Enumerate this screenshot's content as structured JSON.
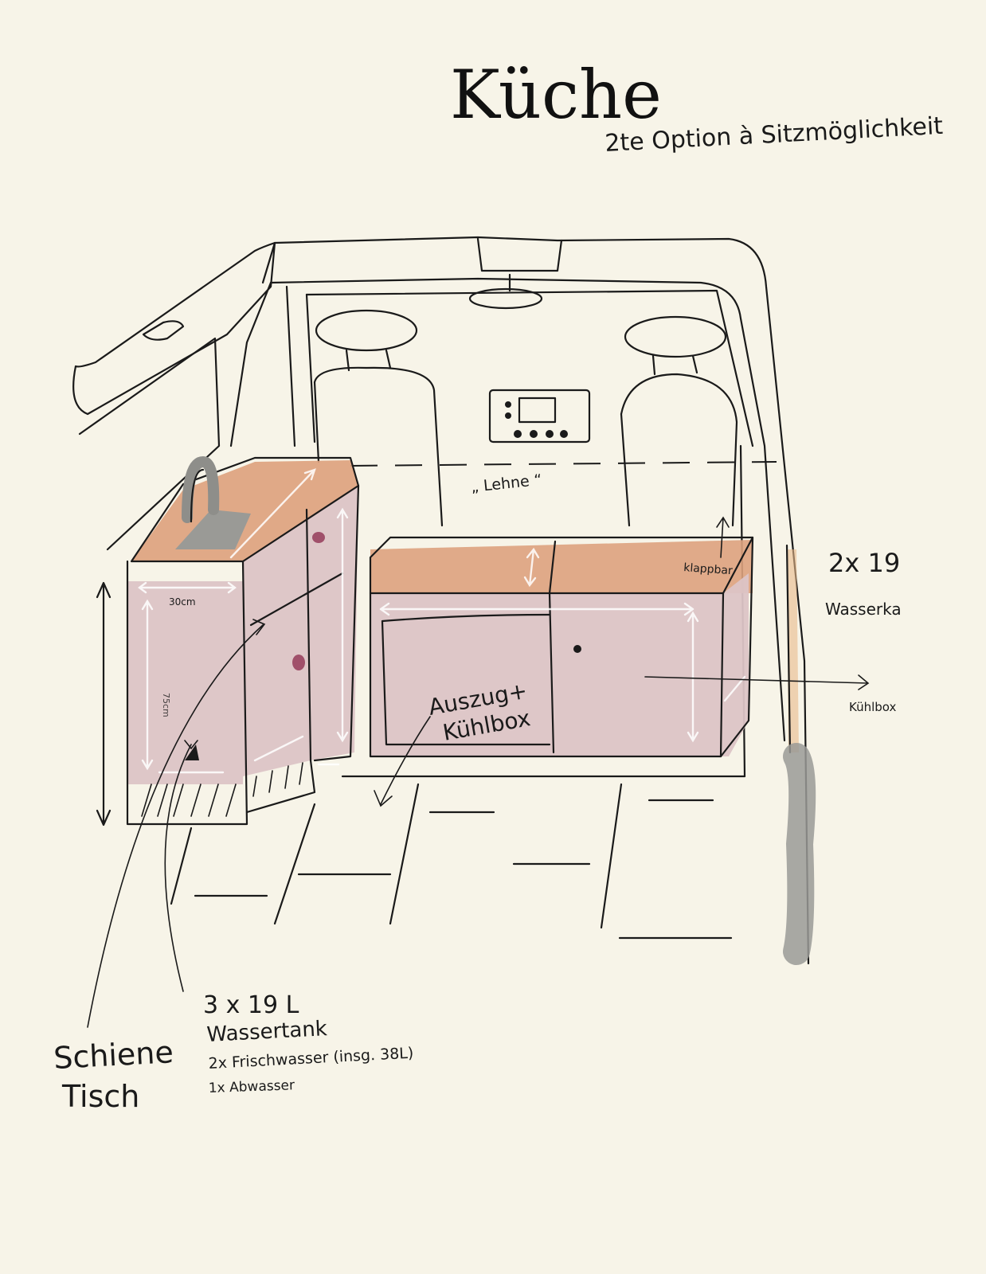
{
  "title": "Küche",
  "subtitle": "2te Option à Sitzmöglichkeit",
  "labels": {
    "lehne": "„ Lehne “",
    "klappbar": "klappbar",
    "wasserkanister_count": "2x 19",
    "wasserkanister": "Wasserka",
    "kuehlbox_right": "Kühlbox",
    "auszug_line1": "Auszug+",
    "auszug_line2": "Kühlbox",
    "dimension_30cm": "30cm",
    "dimension_side": "75cm",
    "tank_line1": "3 x 19 L",
    "tank_line2": "Wassertank",
    "tank_line3": "2x Frischwasser (insg. 38L)",
    "tank_line4": "1x Abwasser",
    "schiene_line1": "Schiene",
    "schiene_line2": "Tisch"
  },
  "colors": {
    "paper": "#f7f4e8",
    "cabinet_pink": "#dcc4c6",
    "countertop_wood": "#dda27e",
    "sink_grey": "#9a9a96",
    "knob_plum": "#a0506a",
    "ink": "#1a1a1a"
  }
}
